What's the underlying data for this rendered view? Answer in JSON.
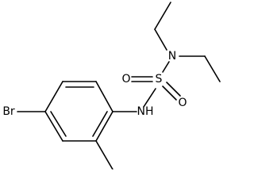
{
  "molecule": {
    "atoms": {
      "bromine": "Br",
      "amine": "NH",
      "sulfur": "S",
      "oxygen_upper": "O",
      "oxygen_lower": "O",
      "nitrogen": "N"
    }
  }
}
